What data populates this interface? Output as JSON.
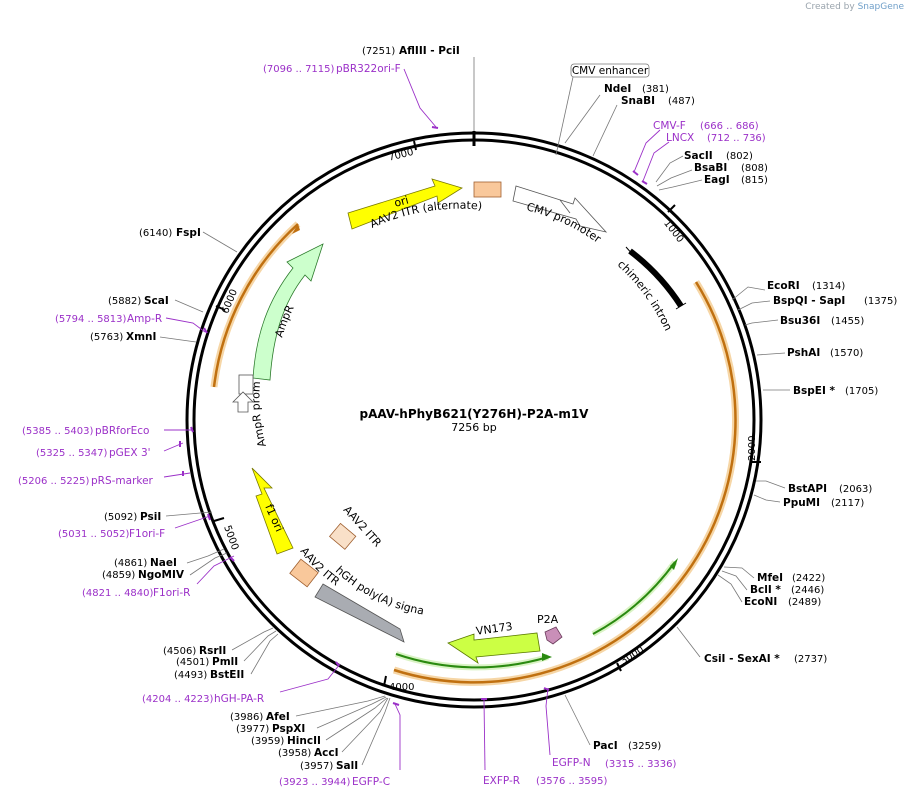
{
  "credit": {
    "prefix": "Created by",
    "brand": "SnapGene"
  },
  "plasmid": {
    "name": "pAAV-hPhyB621(Y276H)-P2A-m1V",
    "length_label": "7256 bp"
  },
  "ticks": [
    "1000",
    "2000",
    "3000",
    "4000",
    "5000",
    "6000",
    "7000"
  ],
  "features": {
    "ori": "ori",
    "aav2_itr_alt": "AAV2 ITR (alternate)",
    "cmv_promoter": "CMV promoter",
    "chimeric_intron": "chimeric intron",
    "ampr": "AmpR",
    "ampr_promoter": "AmpR promoter",
    "f1_ori": "f1 ori",
    "aav2_itr_1": "AAV2 ITR",
    "aav2_itr_2": "AAV2 ITR",
    "hgh_polya": "hGH poly(A) signal",
    "vn173": "VN173",
    "p2a": "P2A",
    "cmv_enhancer": "CMV enhancer"
  },
  "sites": [
    {
      "name": "AflIII  - PciI",
      "pos": "(7251)"
    },
    {
      "name": "NdeI",
      "pos": "(381)"
    },
    {
      "name": "SnaBI",
      "pos": "(487)"
    },
    {
      "name": "SacII",
      "pos": "(802)"
    },
    {
      "name": "BsaBI",
      "pos": "(808)"
    },
    {
      "name": "EagI",
      "pos": "(815)"
    },
    {
      "name": "EcoRI",
      "pos": "(1314)"
    },
    {
      "name": "BspQI  - SapI",
      "pos": "(1375)"
    },
    {
      "name": "Bsu36I",
      "pos": "(1455)"
    },
    {
      "name": "PshAI",
      "pos": "(1570)"
    },
    {
      "name": "BspEI *",
      "pos": "(1705)"
    },
    {
      "name": "BstAPI",
      "pos": "(2063)"
    },
    {
      "name": "PpuMI",
      "pos": "(2117)"
    },
    {
      "name": "MfeI",
      "pos": "(2422)"
    },
    {
      "name": "BclI *",
      "pos": "(2446)"
    },
    {
      "name": "EcoNI",
      "pos": "(2489)"
    },
    {
      "name": "CsiI  - SexAI *",
      "pos": "(2737)"
    },
    {
      "name": "PacI",
      "pos": "(3259)"
    },
    {
      "name": "SalI",
      "pos": "(3957)"
    },
    {
      "name": "AccI",
      "pos": "(3958)"
    },
    {
      "name": "HincII",
      "pos": "(3959)"
    },
    {
      "name": "PspXI",
      "pos": "(3977)"
    },
    {
      "name": "AfeI",
      "pos": "(3986)"
    },
    {
      "name": "BstEII",
      "pos": "(4493)"
    },
    {
      "name": "PmlI",
      "pos": "(4501)"
    },
    {
      "name": "RsrII",
      "pos": "(4506)"
    },
    {
      "name": "NgoMIV",
      "pos": "(4859)"
    },
    {
      "name": "NaeI",
      "pos": "(4861)"
    },
    {
      "name": "PsiI",
      "pos": "(5092)"
    },
    {
      "name": "XmnI",
      "pos": "(5763)"
    },
    {
      "name": "ScaI",
      "pos": "(5882)"
    },
    {
      "name": "FspI",
      "pos": "(6140)"
    }
  ],
  "primers": [
    {
      "name": "pBR322ori-F",
      "range": "(7096 .. 7115)"
    },
    {
      "name": "CMV-F",
      "range": "(666 .. 686)"
    },
    {
      "name": "LNCX",
      "range": "(712 .. 736)"
    },
    {
      "name": "EGFP-N",
      "range": "(3315 .. 3336)"
    },
    {
      "name": "EXFP-R",
      "range": "(3576 .. 3595)"
    },
    {
      "name": "EGFP-C",
      "range": "(3923 .. 3944)"
    },
    {
      "name": "hGH-PA-R",
      "range": "(4204 .. 4223)"
    },
    {
      "name": "F1ori-R",
      "range": "(4821 .. 4840)"
    },
    {
      "name": "F1ori-F",
      "range": "(5031 .. 5052)"
    },
    {
      "name": "pRS-marker",
      "range": "(5206 .. 5225)"
    },
    {
      "name": "pGEX 3'",
      "range": "(5325 .. 5347)"
    },
    {
      "name": "pBRforEco",
      "range": "(5385 .. 5403)"
    },
    {
      "name": "Amp-R",
      "range": "(5794 .. 5813)"
    }
  ],
  "colors": {
    "ori": "#ffff00",
    "itr": "#f9c89b",
    "ampr": "#ccffcc",
    "polya": "#a9acb2",
    "vn173": "#ccff44",
    "p2a": "#c98fb8",
    "primer": "#9b30c8",
    "orf": "#f0a030",
    "orf_green": "#3aa020"
  }
}
